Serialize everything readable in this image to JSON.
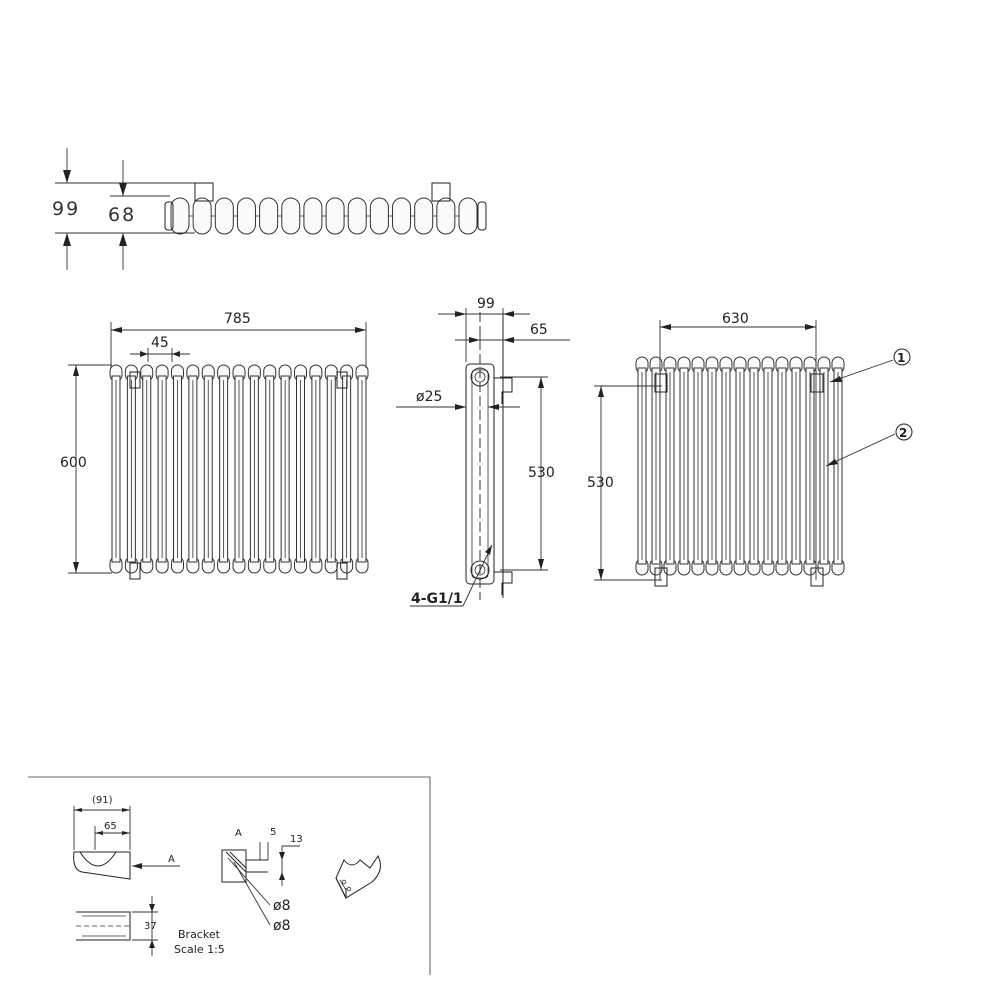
{
  "top_view": {
    "dim_depth_total": "99",
    "dim_depth_column": "68"
  },
  "front_view": {
    "dim_width": "785",
    "dim_pitch": "45",
    "dim_height": "600"
  },
  "side_view": {
    "dim_depth": "99",
    "dim_offset": "65",
    "dim_pipe_diameter": "ø25",
    "dim_centres": "530",
    "connection_label": "4-G1/1"
  },
  "rear_view": {
    "dim_bracket_span": "630",
    "dim_bracket_height": "530",
    "callout_1": "①",
    "callout_2": "②"
  },
  "bracket_detail": {
    "dim_total": "(91)",
    "dim_inner": "65",
    "dim_height": "37",
    "view_marker": "A",
    "section_marker": "A",
    "dim_5": "5",
    "dim_13": "13",
    "hole_1": "ø8",
    "hole_2": "ø8",
    "title": "Bracket",
    "scale": "Scale 1:5"
  }
}
